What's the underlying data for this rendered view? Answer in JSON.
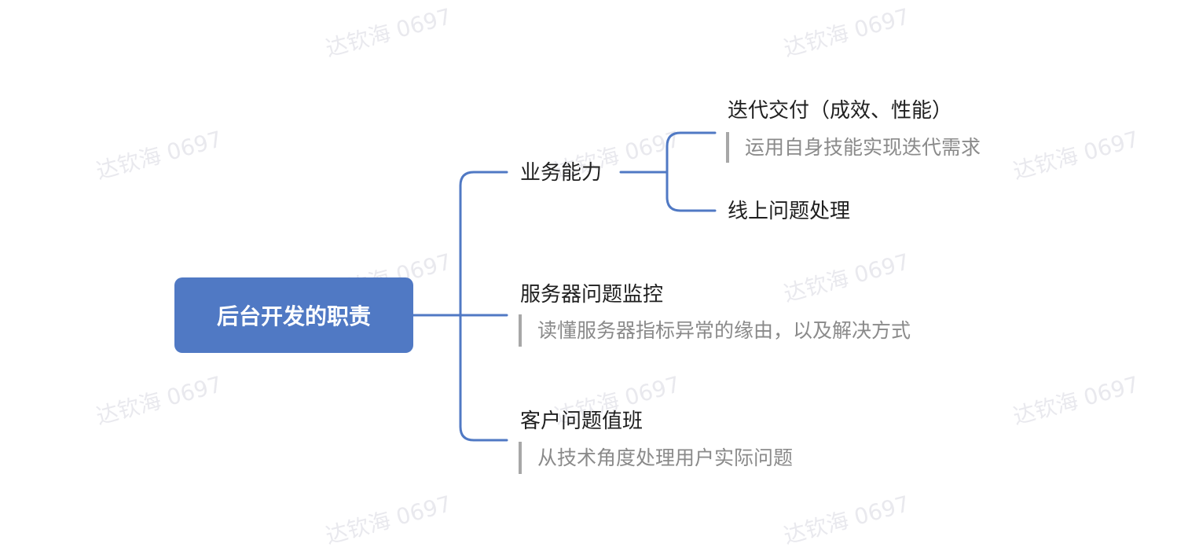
{
  "watermark": "达钦海 0697",
  "colors": {
    "root_bg": "#5079c4",
    "connector": "#5079c4",
    "note_text": "#8a8a8a",
    "watermark": "#e9e9ee"
  },
  "root": {
    "label": "后台开发的职责"
  },
  "branches": [
    {
      "label": "业务能力",
      "children": [
        {
          "label": "迭代交付（成效、性能）",
          "note": "运用自身技能实现迭代需求"
        },
        {
          "label": "线上问题处理"
        }
      ]
    },
    {
      "label": "服务器问题监控",
      "note": "读懂服务器指标异常的缘由，以及解决方式"
    },
    {
      "label": "客户问题值班",
      "note": "从技术角度处理用户实际问题"
    }
  ]
}
